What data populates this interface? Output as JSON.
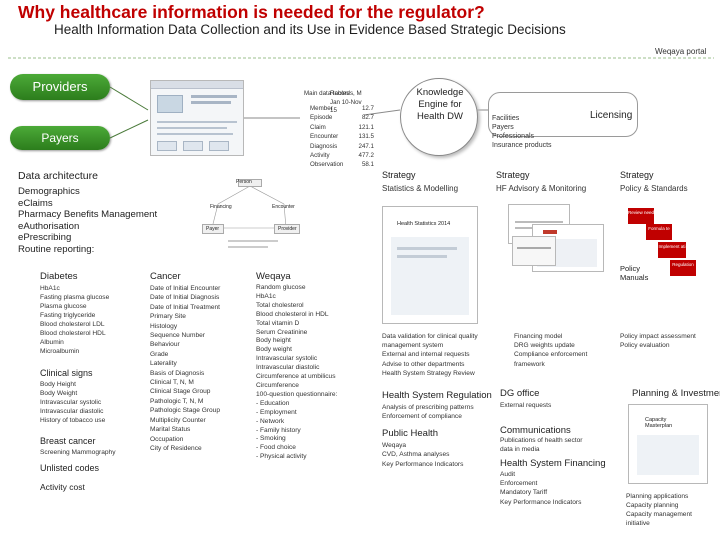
{
  "header": {
    "title": "Why healthcare information is needed for the regulator?",
    "subtitle": "Health Information Data Collection and its Use in Evidence Based Strategic Decisions"
  },
  "portal_label": "Weqaya portal",
  "sources": {
    "providers": "Providers",
    "payers": "Payers"
  },
  "data_table": {
    "col1": "Main data tables",
    "col2": "Records, M Jan 10-Nov 15",
    "rows": [
      {
        "name": "Member",
        "value": "12.7"
      },
      {
        "name": "Episode",
        "value": "82.7"
      },
      {
        "name": "Claim",
        "value": "121.1"
      },
      {
        "name": "Encounter",
        "value": "131.5"
      },
      {
        "name": "Diagnosis",
        "value": "247.1"
      },
      {
        "name": "Activity",
        "value": "477.2"
      },
      {
        "name": "Observation",
        "value": "58.1"
      }
    ]
  },
  "knowledge_engine": "Knowledge Engine for Health DW",
  "licensing": {
    "label": "Licensing",
    "items": [
      "Facilities",
      "Payers",
      "Professionals",
      "Insurance products"
    ]
  },
  "architecture": {
    "heading": "Data architecture",
    "items": [
      "Demographics",
      "eClaims",
      "Pharmacy Benefits Management",
      "eAuthorisation",
      "ePrescribing",
      "Routine reporting:"
    ],
    "diagram_nodes": [
      "Person",
      "Financing",
      "Encounter",
      "Payer",
      "Provider"
    ]
  },
  "reporting": {
    "diabetes": {
      "title": "Diabetes",
      "items": [
        "HbA1c",
        "Fasting plasma glucose",
        "Plasma glucose",
        "Fasting triglyceride",
        "Blood cholesterol LDL",
        "Blood cholesterol HDL",
        "Albumin",
        "Microalbumin"
      ]
    },
    "clinical_signs": {
      "title": "Clinical signs",
      "items": [
        "Body Height",
        "Body Weight",
        "Intravascular systolic",
        "Intravascular diastolic",
        "History of tobacco use"
      ]
    },
    "breast_cancer": {
      "title": "Breast cancer",
      "items": [
        "Screening Mammography"
      ]
    },
    "unlisted_codes": "Unlisted codes",
    "activity_cost": "Activity cost",
    "cancer": {
      "title": "Cancer",
      "items": [
        "Date of Initial Encounter",
        "Date of Initial Diagnosis",
        "Date of Initial Treatment",
        "Primary Site",
        "Histology",
        "Sequence Number",
        "Behaviour",
        "Grade",
        "Laterality",
        "Basis of Diagnosis",
        "Clinical T, N, M",
        "Clinical Stage Group",
        "Pathologic T, N, M",
        "Pathologic Stage Group",
        "Multiplicity Counter",
        "Marital Status",
        "Occupation",
        "City of Residence"
      ]
    },
    "weqaya": {
      "title": "Weqaya",
      "items": [
        "Random glucose",
        "HbA1c",
        "Total cholesterol",
        "Blood cholesterol in HDL",
        "Total vitamin D",
        "Serum Creatinine",
        "Body height",
        "Body weight",
        "Intravascular systolic",
        "Intravascular diastolic",
        "Circumference at umbilicus",
        "Circumference",
        "100-question questionnaire:",
        "- Education",
        "- Employment",
        "- Network",
        "- Family history",
        "- Smoking",
        "- Food choice",
        "- Physical activity"
      ]
    }
  },
  "strategy_cols": [
    {
      "strategy": "Strategy",
      "sub": "Statistics & Modelling"
    },
    {
      "strategy": "Strategy",
      "sub": "HF Advisory & Monitoring"
    },
    {
      "strategy": "Strategy",
      "sub": "Policy & Standards"
    }
  ],
  "mini": {
    "health_stats": "Health Statistics 2014",
    "policy_boxes": [
      "Review need",
      "Formula te",
      "Implement ati",
      "Regulation"
    ],
    "policy_manuals": "Policy Manuals"
  },
  "descriptions": {
    "stats": [
      "Data validation for clinical quality",
      "management system",
      "External and internal requests",
      "Advise to other departments",
      "Health System Strategy Review"
    ],
    "hf": [
      "Financing model",
      "DRG weights update",
      "Compliance enforcement",
      "framework"
    ],
    "policy": [
      "Policy impact assessment",
      "Policy evaluation"
    ]
  },
  "regulation": {
    "title": "Health System Regulation",
    "items": [
      "Analysis of prescribing patterns",
      "Enforcement of compliance"
    ]
  },
  "public_health": {
    "title": "Public Health",
    "items": [
      "Weqaya",
      "CVD, Asthma analyses",
      "Key Performance Indicators"
    ]
  },
  "dg_office": {
    "title": "DG office",
    "items": [
      "External requests"
    ]
  },
  "communications": {
    "title": "Communications",
    "items": [
      "Publications of health sector",
      "data in media"
    ]
  },
  "financing": {
    "title": "Health System Financing",
    "items": [
      "Audit",
      "Enforcement",
      "Mandatory Tariff",
      "Key Performance Indicators"
    ]
  },
  "planning": {
    "title": "Planning & Investment",
    "mini_label": "Capacity Masterplan",
    "items": [
      "Planning applications",
      "Capacity planning",
      "Capacity management",
      "initiative"
    ]
  },
  "colors": {
    "title_red": "#c00000",
    "green": "#2e8b22",
    "accent_blue": "#1f4e79"
  }
}
